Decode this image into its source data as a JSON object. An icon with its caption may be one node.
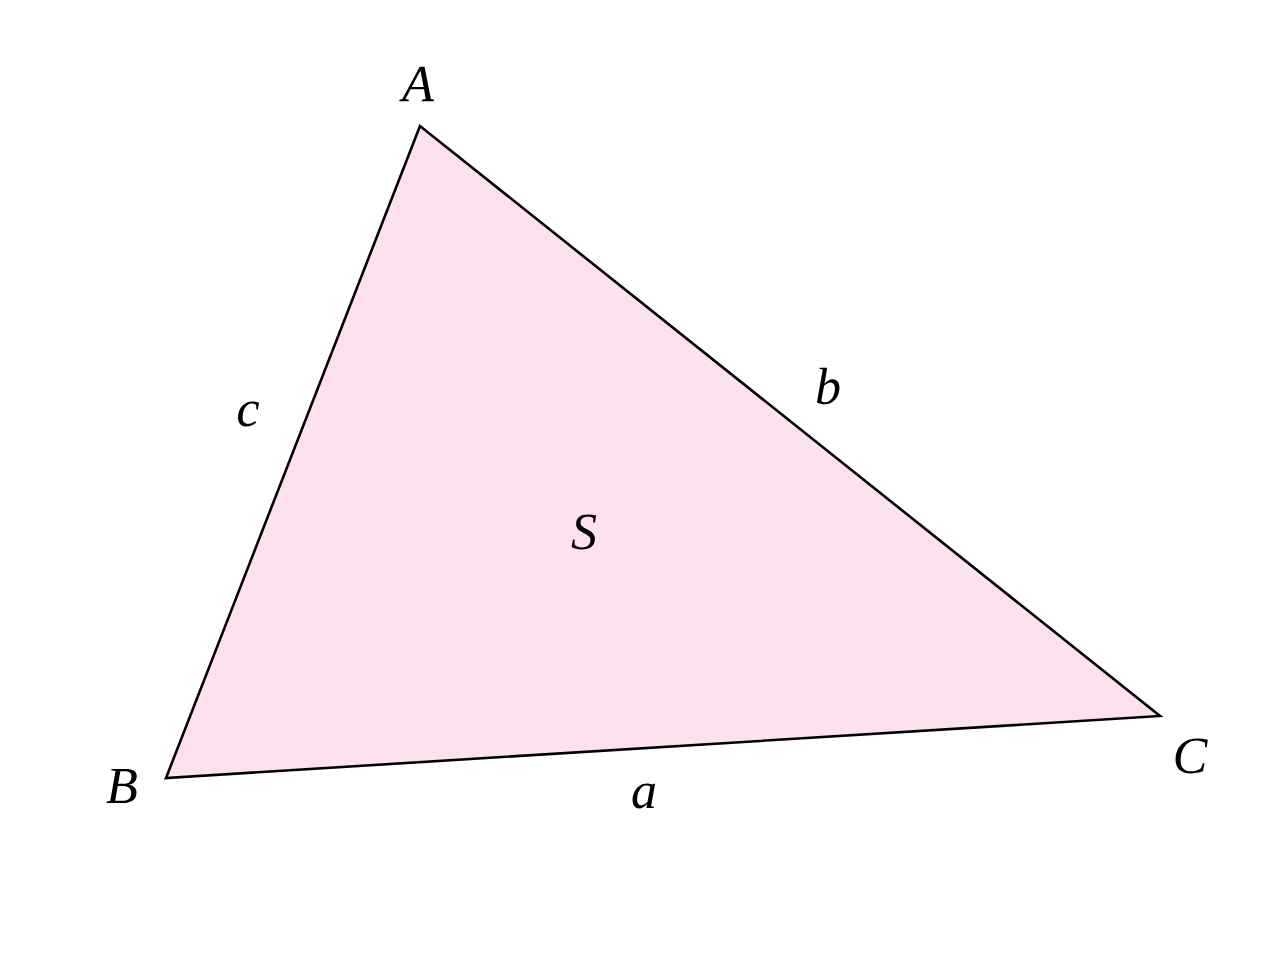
{
  "diagram": {
    "nodes": [
      {
        "text": [
          "S"
        ]
      }
    ],
    "labels": [
      "A",
      "c",
      "b",
      "B",
      "a",
      "C"
    ]
  }
}
